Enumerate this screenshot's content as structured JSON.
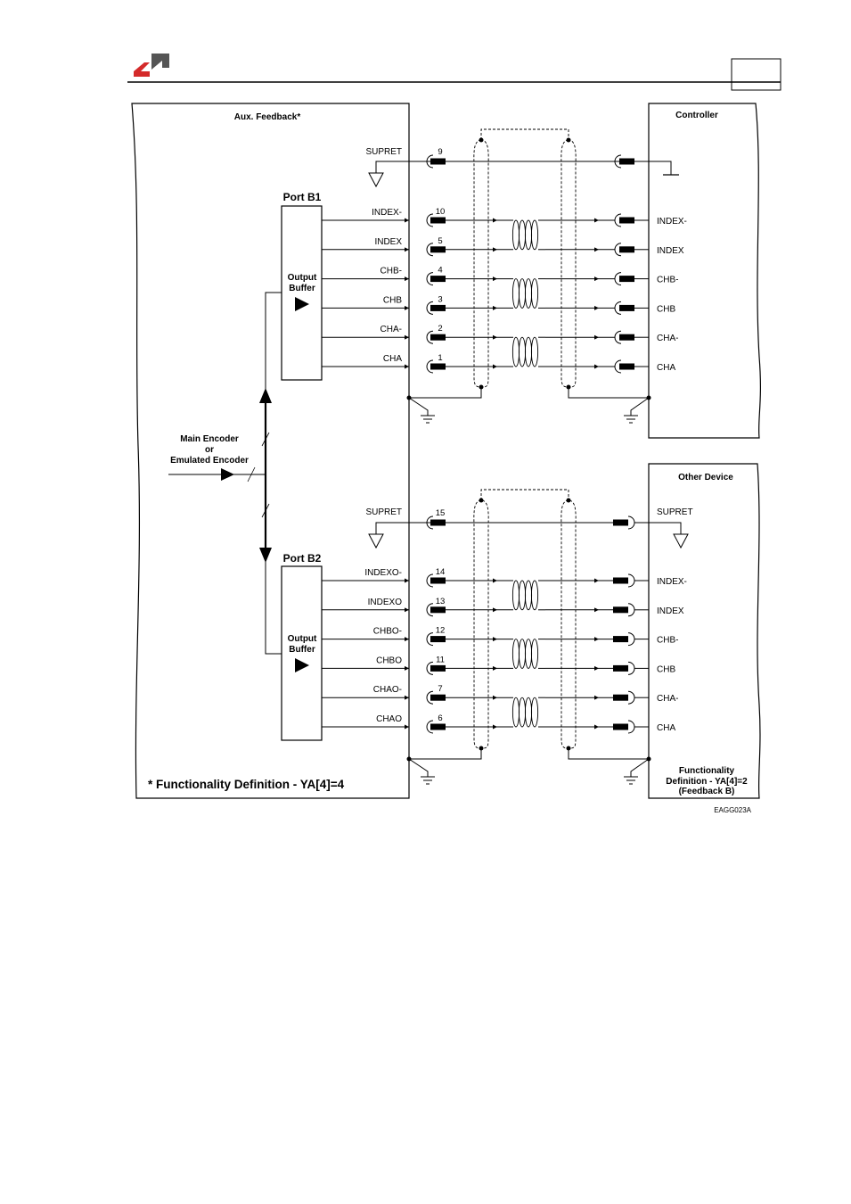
{
  "colors": {
    "logo_red": "#d42a2a",
    "logo_gray": "#555555",
    "line": "#000000"
  },
  "header": {
    "logo": "company-logo-icon",
    "page_box": ""
  },
  "left_panel": {
    "title": "Aux. Feedback*",
    "encoder_label": [
      "Main Encoder",
      "or",
      "Emulated Encoder"
    ],
    "footnote": "* Functionality Definition - YA[4]=4"
  },
  "port_b1": {
    "title": "Port B1",
    "buffer_label": [
      "Output",
      "Buffer"
    ],
    "supret_label": "SUPRET",
    "supret_pin": "9",
    "signals": [
      {
        "label": "INDEX-",
        "pin": "10"
      },
      {
        "label": "INDEX",
        "pin": "5"
      },
      {
        "label": "CHB-",
        "pin": "4"
      },
      {
        "label": "CHB",
        "pin": "3"
      },
      {
        "label": "CHA-",
        "pin": "2"
      },
      {
        "label": "CHA",
        "pin": "1"
      }
    ]
  },
  "port_b2": {
    "title": "Port B2",
    "buffer_label": [
      "Output",
      "Buffer"
    ],
    "supret_label": "SUPRET",
    "supret_pin": "15",
    "signals": [
      {
        "label": "INDEXO-",
        "pin": "14"
      },
      {
        "label": "INDEXO",
        "pin": "13"
      },
      {
        "label": "CHBO-",
        "pin": "12"
      },
      {
        "label": "CHBO",
        "pin": "11"
      },
      {
        "label": "CHAO-",
        "pin": "7"
      },
      {
        "label": "CHAO",
        "pin": "6"
      }
    ]
  },
  "controller": {
    "title": "Controller",
    "signals": [
      "INDEX-",
      "INDEX",
      "CHB-",
      "CHB",
      "CHA-",
      "CHA"
    ]
  },
  "other_device": {
    "title": "Other Device",
    "supret_label": "SUPRET",
    "signals": [
      "INDEX-",
      "INDEX",
      "CHB-",
      "CHB",
      "CHA-",
      "CHA"
    ],
    "note": [
      "Functionality",
      "Definition - YA[4]=2",
      "(Feedback B)"
    ]
  },
  "figure_code": "EAGG023A"
}
